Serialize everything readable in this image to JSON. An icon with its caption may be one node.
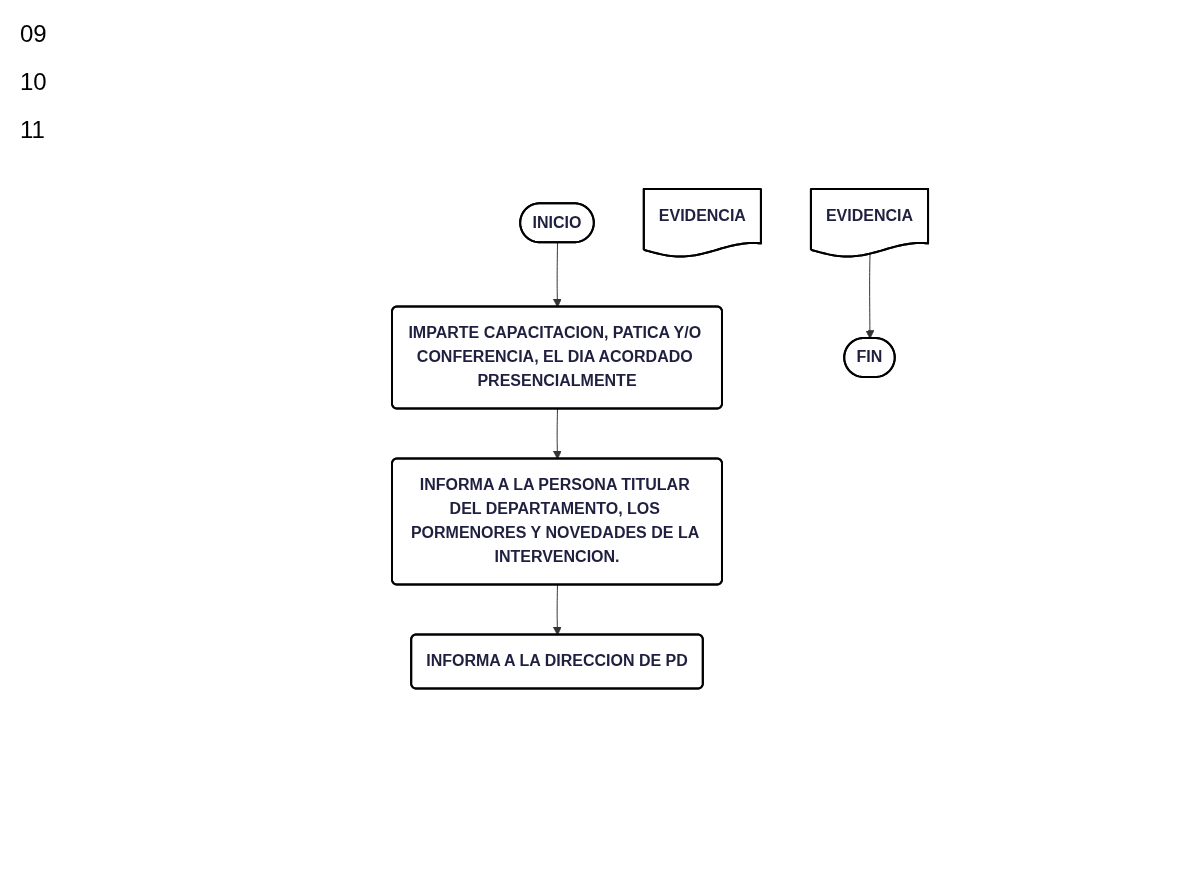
{
  "diagram": {
    "nodes": [
      {
        "text": [
          "INICIO"
        ]
      },
      {
        "text": [
          "IMPARTE CAPACITACION, PATICA Y/O CONFERENCIA, EL DIA ACORDADO PRESENCIALMENTE"
        ]
      },
      {
        "text": [
          "INFORMA A LA PERSONA TITULAR DEL DEPARTAMENTO, LOS PORMENORES Y NOVEDADES DE LA INTERVENCION."
        ]
      },
      {
        "text": [
          "INFORMA A LA DIRECCION DE PD"
        ]
      },
      {
        "text": [
          "EVIDENCIA"
        ]
      },
      {
        "text": [
          "EVIDENCIA"
        ]
      },
      {
        "text": [
          "FIN"
        ]
      }
    ],
    "edges": [
      {
        "from": 0,
        "to": 1,
        "arrow": "to"
      },
      {
        "from": 1,
        "to": 2,
        "arrow": "to"
      },
      {
        "from": 2,
        "to": 3,
        "arrow": "to"
      },
      {
        "from": 5,
        "to": 6,
        "arrow": "to"
      }
    ],
    "labels": [
      "09",
      "10",
      "11"
    ]
  }
}
